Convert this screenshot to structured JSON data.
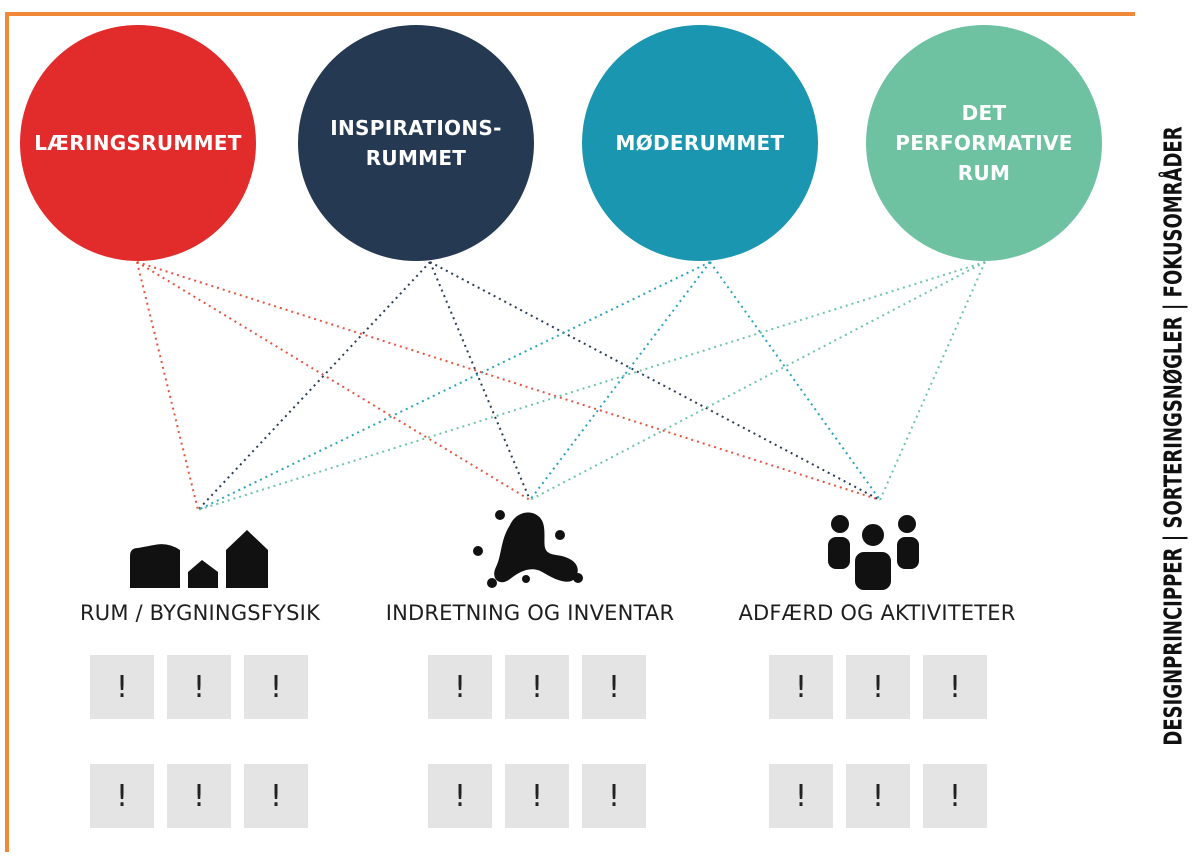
{
  "focus_areas": [
    {
      "label": "LÆRINGSRUMMET",
      "color": "#e22b2b"
    },
    {
      "label": "INSPIRATIONS-\nRUMMET",
      "color": "#253a52"
    },
    {
      "label": "MØDERUMMET",
      "color": "#1b96b1"
    },
    {
      "label": "DET\nPERFORMATIVE\nRUM",
      "color": "#6ec2a2"
    }
  ],
  "categories": [
    {
      "label": "RUM / BYGNINGSFYSIK",
      "icon": "buildings-icon"
    },
    {
      "label": "INDRETNING OG INVENTAR",
      "icon": "blob-icon"
    },
    {
      "label": "ADFÆRD OG AKTIVITETER",
      "icon": "people-icon"
    }
  ],
  "tiles": {
    "symbol": "!",
    "per_category": 6
  },
  "side_label": "DESIGNPRINCIPPER  |  SORTERINGSNØGLER  |  FOKUSOMRÅDER",
  "colors": {
    "frame": "#f0893a",
    "tile_bg": "#e4e4e4"
  }
}
